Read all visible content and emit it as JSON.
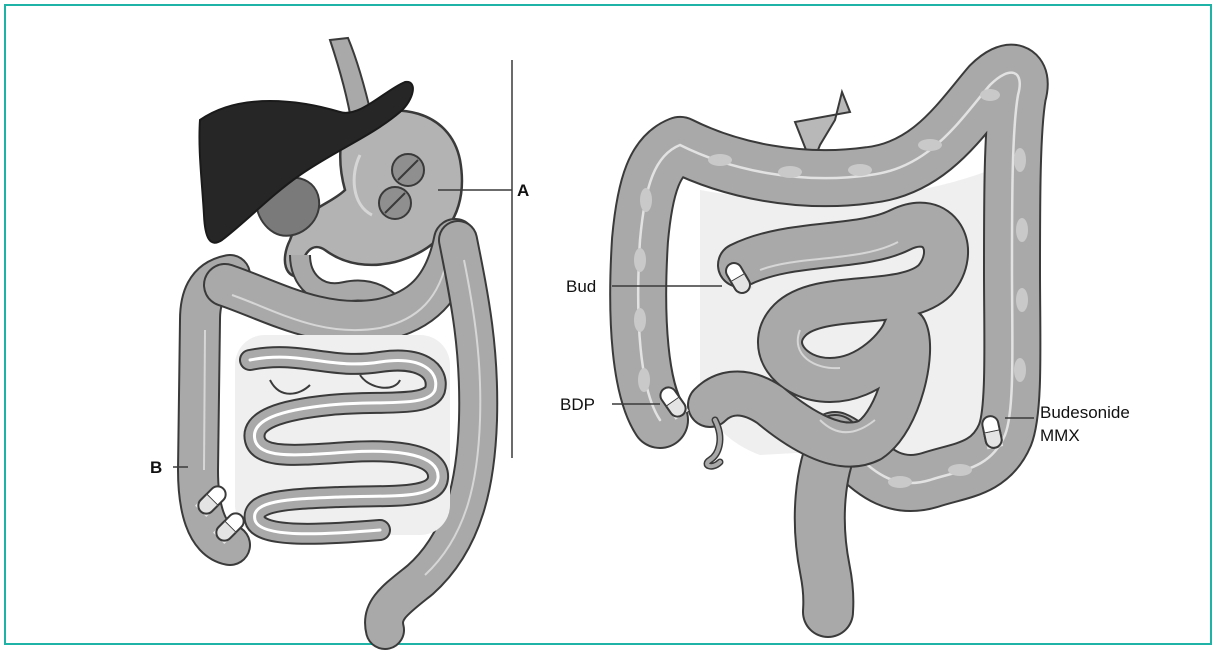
{
  "labels": {
    "a": "A",
    "b": "B",
    "bud": "Bud",
    "bdp": "BDP",
    "budesonide_line1": "Budesonide",
    "budesonide_line2": "MMX"
  },
  "colors": {
    "frame": "#1fb3a8",
    "organ": "#a9a9a9",
    "organ_dark": "#8f8f8f",
    "liver": "#262626",
    "outline": "#3a3a3a",
    "highlight": "#d6d6d6",
    "background_cavity": "#efefef"
  },
  "icons": [
    "capsule-icon",
    "tablet-icon"
  ]
}
